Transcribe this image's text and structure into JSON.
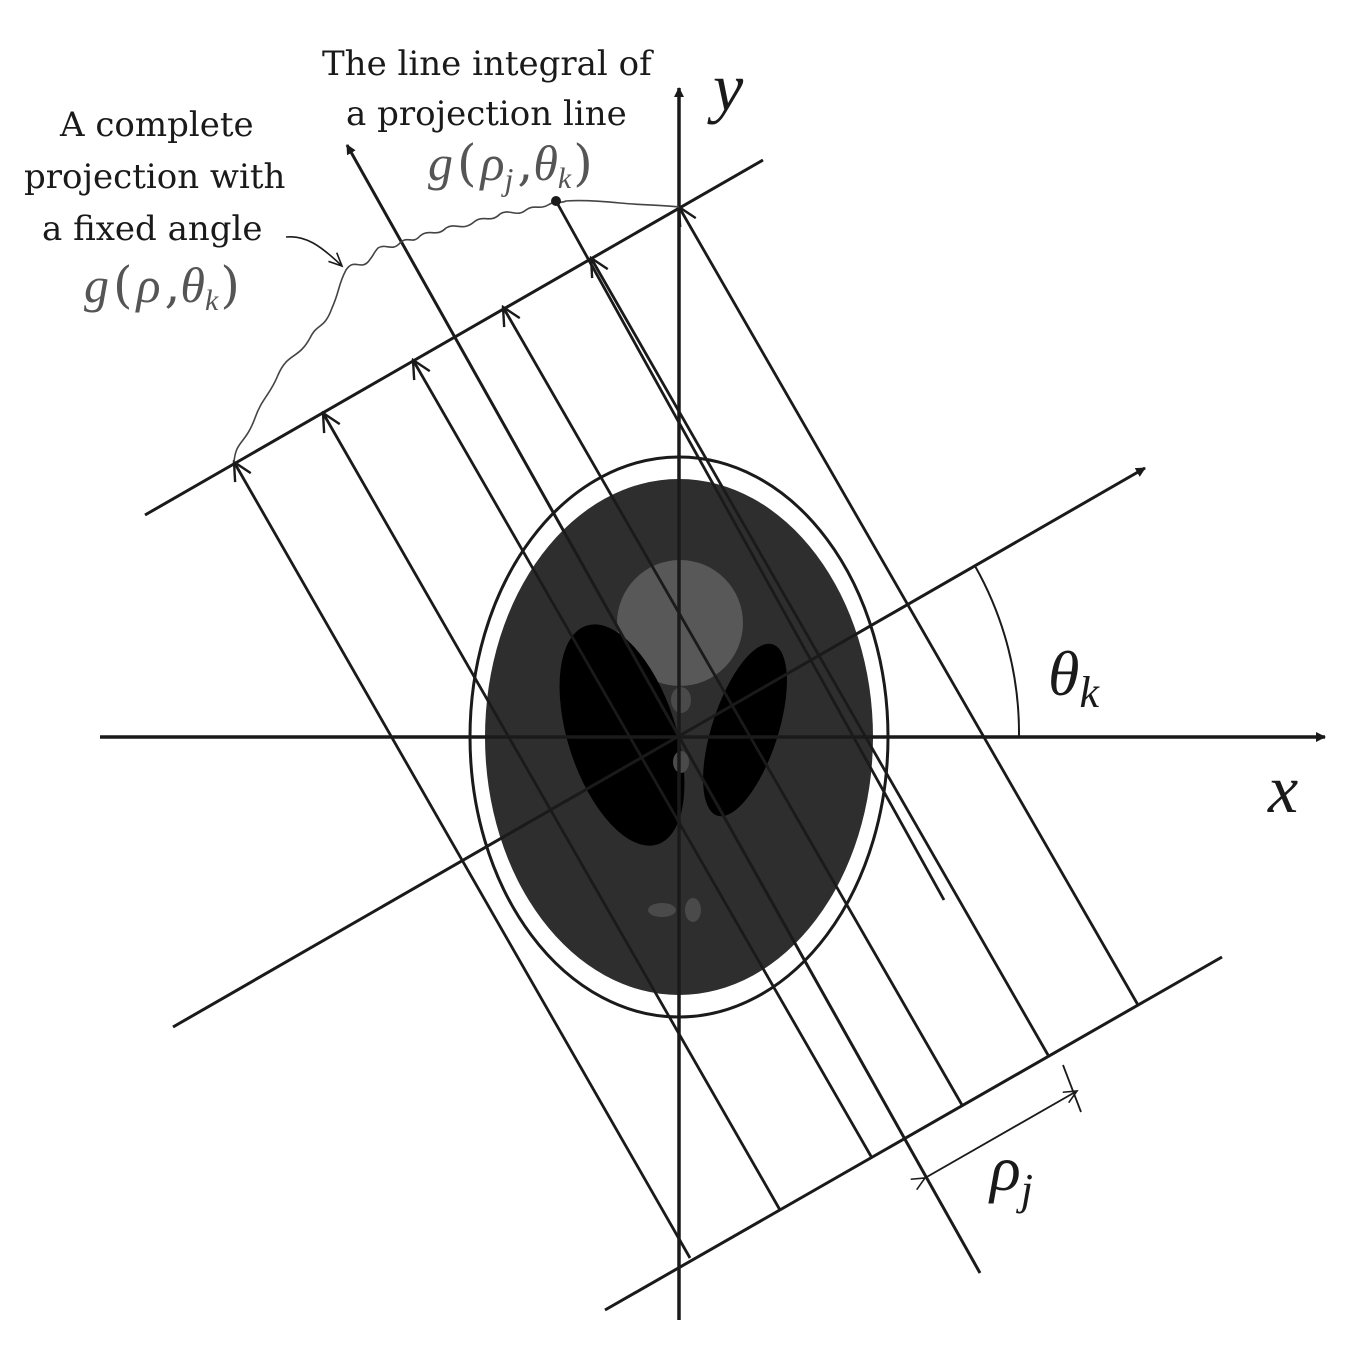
{
  "annotations": {
    "projection_line_title_1": "The line integral of",
    "projection_line_title_2": "a projection line",
    "projection_line_formula": {
      "func": "g",
      "open": "(",
      "rho": "ρ",
      "rho_sub": "j",
      "comma": ",",
      "theta": "θ",
      "theta_sub": "k",
      "close": ")"
    },
    "complete_projection_1": "A complete",
    "complete_projection_2": "projection with",
    "complete_projection_3": "a fixed angle",
    "complete_projection_formula": {
      "func": "g",
      "open": "(",
      "rho": "ρ",
      "comma": ",",
      "theta": "θ",
      "theta_sub": "k",
      "close": ")"
    }
  },
  "axes": {
    "x_label": "x",
    "y_label": "y"
  },
  "angle_label": {
    "symbol": "θ",
    "sub": "k"
  },
  "offset_label": {
    "symbol": "ρ",
    "sub": "j"
  },
  "colors": {
    "line": "#1a1a1a",
    "head_fill": "#2e2e2e",
    "lobe": "#000000",
    "inner_light": "#5a5a5a",
    "label_gray": "#555555"
  }
}
